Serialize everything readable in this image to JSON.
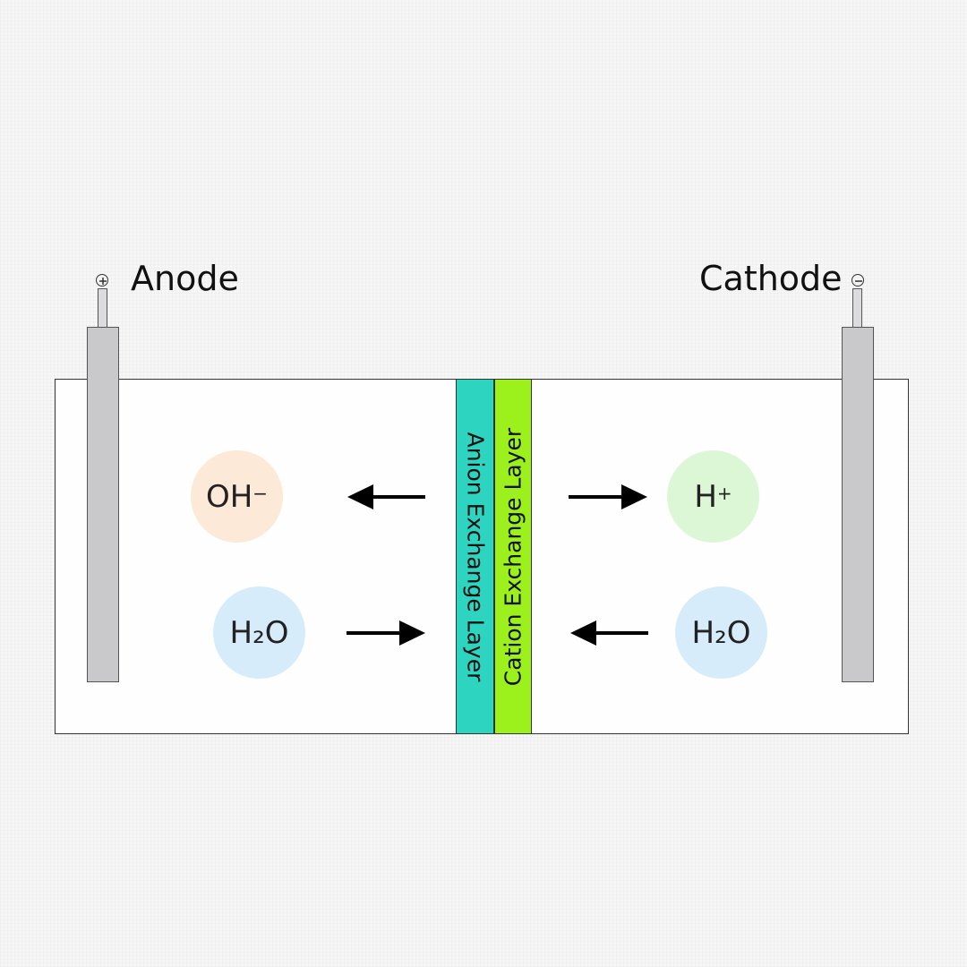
{
  "labels": {
    "anode": "Anode",
    "cathode": "Cathode",
    "anion_layer": "Anion Exchange Layer",
    "cation_layer": "Cation Exchange Layer"
  },
  "species": {
    "hydroxide": {
      "base": "OH",
      "charge": "−",
      "color": "#fce9d7"
    },
    "water_left": {
      "base": "H₂O",
      "color": "#d6ecfb"
    },
    "proton": {
      "base": "H",
      "charge": "+",
      "color": "#dcf7d6"
    },
    "water_right": {
      "base": "H₂O",
      "color": "#d6ecfb"
    }
  },
  "colors": {
    "anion_layer": "#2dd4c0",
    "cation_layer": "#9cf01c",
    "electrode": "#c9c9cb"
  },
  "icons": {
    "anode_terminal": "plus-terminal-icon",
    "cathode_terminal": "minus-terminal-icon",
    "arrows": "arrow-icon"
  }
}
